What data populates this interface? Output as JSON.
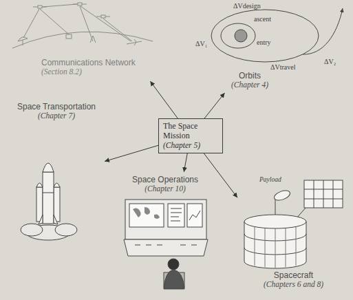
{
  "diagram": {
    "nodes": [
      {
        "text": [
          "Communications Network",
          "(Section 8.2)"
        ]
      },
      {
        "text": [
          "Orbits",
          "(Chapter 4)"
        ]
      },
      {
        "text": [
          "Space Transportation",
          "(Chapter 7)"
        ]
      },
      {
        "text": [
          "The Space Mission",
          "(Chapter 5)"
        ]
      },
      {
        "text": [
          "Space Operations",
          "(Chapter 10)"
        ]
      },
      {
        "text": [
          "Spacecraft",
          "(Chapters 6 and 8)"
        ]
      }
    ],
    "edges": [
      {
        "from": 3,
        "to": 0,
        "arrow": "to"
      },
      {
        "from": 3,
        "to": 1,
        "arrow": "to"
      },
      {
        "from": 3,
        "to": 2,
        "arrow": "to"
      },
      {
        "from": 3,
        "to": 4,
        "arrow": "to"
      },
      {
        "from": 3,
        "to": 5,
        "arrow": "to"
      }
    ],
    "labels": [
      "ΔVdesign",
      "ascent",
      "entry",
      "ΔV₁",
      "ΔV₂",
      "ΔVtravel",
      "Payload"
    ]
  }
}
